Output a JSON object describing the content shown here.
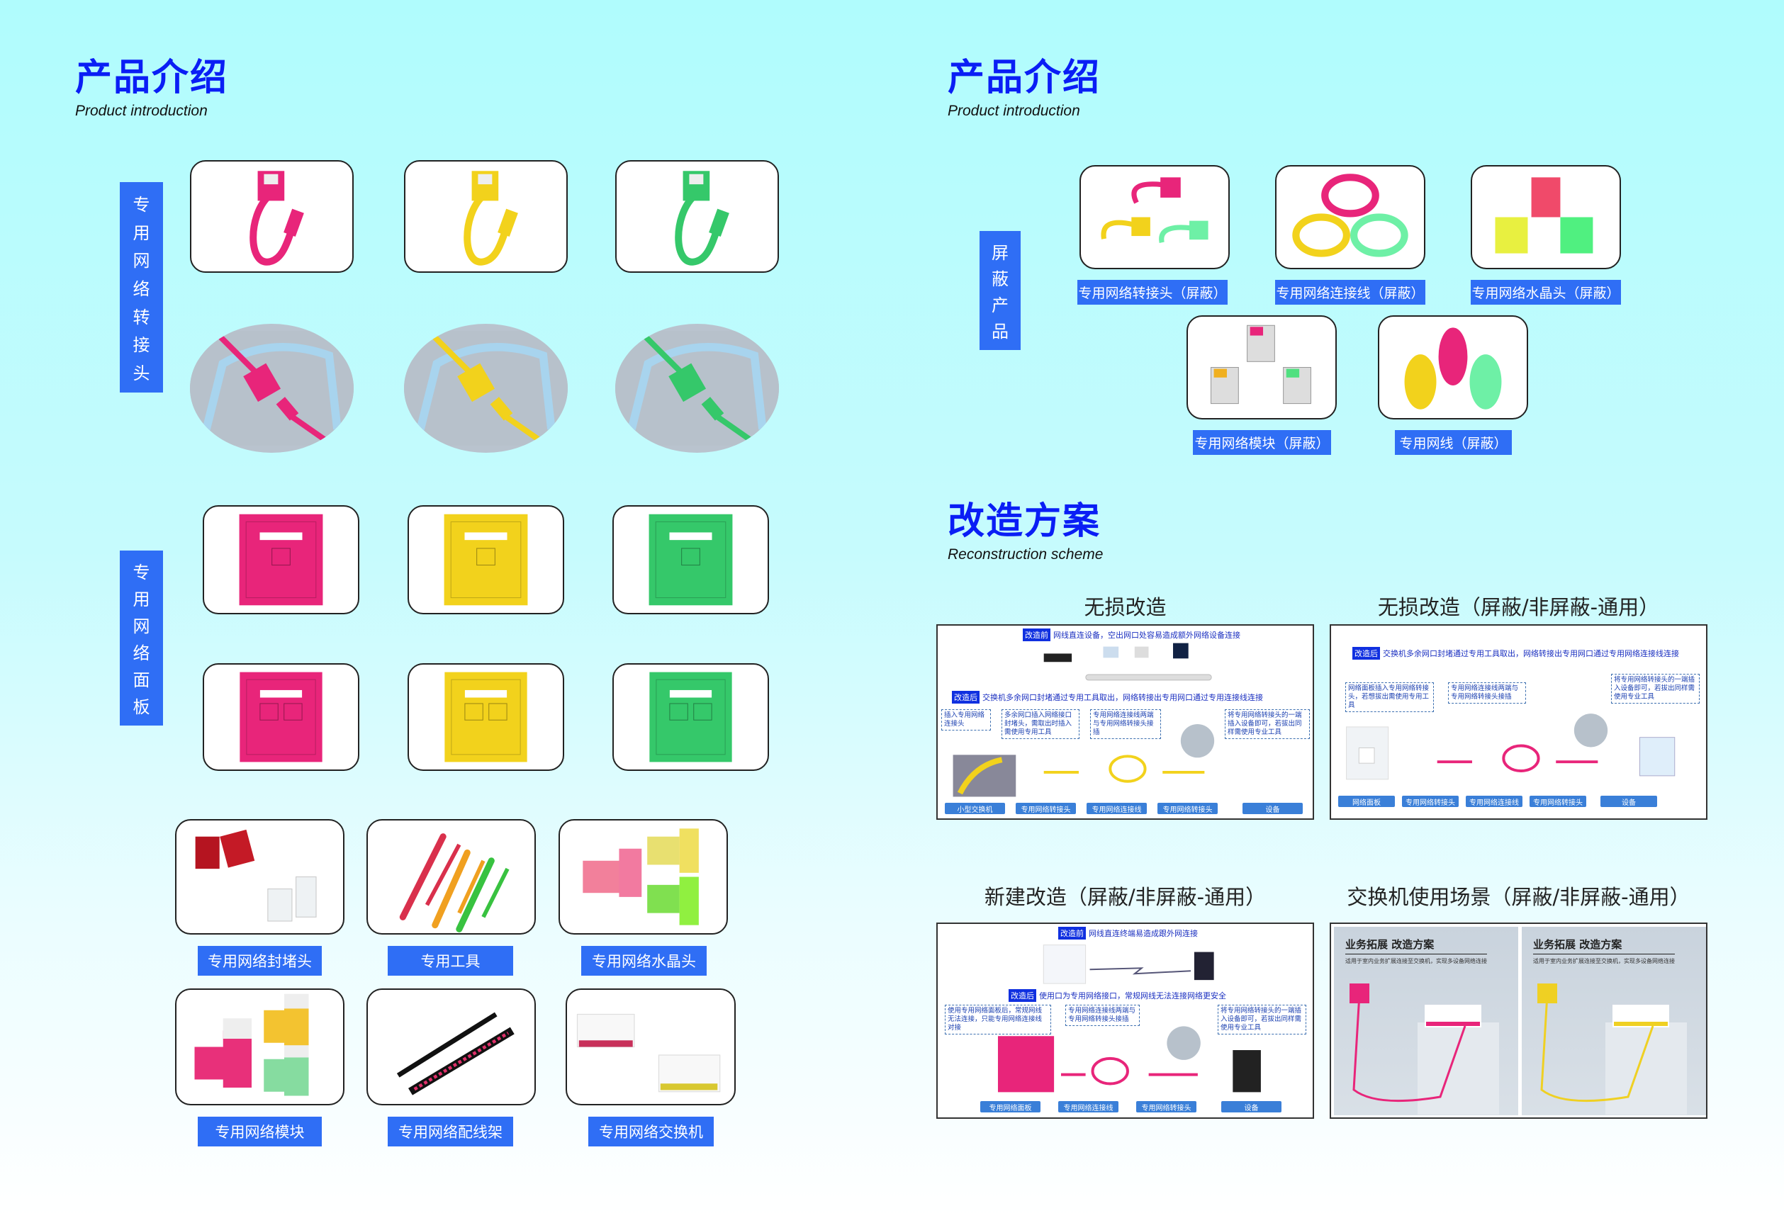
{
  "left": {
    "title": "产品介绍",
    "subtitle": "Product introduction",
    "section_adapter": [
      "专",
      "用",
      "网",
      "络",
      "转",
      "接",
      "头"
    ],
    "section_panel": [
      "专",
      "用",
      "网",
      "络",
      "面",
      "板"
    ],
    "products": [
      {
        "label": "专用网络封堵头",
        "art": "seal"
      },
      {
        "label": "专用工具",
        "art": "tools"
      },
      {
        "label": "专用网络水晶头",
        "art": "crystal"
      },
      {
        "label": "专用网络模块",
        "art": "module"
      },
      {
        "label": "专用网络配线架",
        "art": "patch"
      },
      {
        "label": "专用网络交换机",
        "art": "switch"
      }
    ],
    "colors": [
      "#e8257a",
      "#f2d21c",
      "#35c86a"
    ]
  },
  "right": {
    "title": "产品介绍",
    "subtitle": "Product introduction",
    "section_shielded": [
      "屏",
      "蔽",
      "产",
      "品"
    ],
    "shielded": [
      {
        "label": "专用网络转接头（屏蔽）",
        "art": "sh-adapter"
      },
      {
        "label": "专用网络连接线（屏蔽）",
        "art": "sh-coil"
      },
      {
        "label": "专用网络水晶头（屏蔽）",
        "art": "sh-crystal"
      },
      {
        "label": "专用网络模块（屏蔽）",
        "art": "sh-module"
      },
      {
        "label": "专用网线（屏蔽）",
        "art": "sh-flat"
      }
    ],
    "scheme_title": "改造方案",
    "scheme_subtitle": "Reconstruction scheme",
    "schemes": [
      {
        "heading": "无损改造",
        "before_tag": "改造前",
        "before_text": "网线直连设备，空出网口处容易造成额外网络设备连接",
        "after_tag": "改造后",
        "after_text": "交换机多余网口封堵通过专用工具取出，网络转接出专用网口通过专用连接线连接",
        "callouts": [
          "插入专用网络连接头",
          "多余网口插入网络接口封堵头，需取出时插入需使用专用工具",
          "专用网络连接线两端与专用网络转接头接插",
          "将专用网络转接头的一端插入设备即可，若拔出同样需使用专业工具"
        ],
        "labels": [
          "小型交换机",
          "专用网络转接头",
          "专用网络连接线",
          "专用网络转接头",
          "设备"
        ]
      },
      {
        "heading": "无损改造（屏蔽/非屏蔽-通用）",
        "after_tag": "改造后",
        "after_text": "交换机多余网口封堵通过专用工具取出，网络转接出专用网口通过专用网络连接线连接",
        "callouts": [
          "网络面板插入专用网络转接头，若想拔出需使用专用工具",
          "专用网络连接线两端与专用网络转接头接插",
          "将专用网络转接头的一端插入设备即可，若拔出同样需使用专业工具"
        ],
        "labels": [
          "网络面板",
          "专用网络转接头",
          "专用网络连接线",
          "专用网络转接头",
          "设备"
        ]
      },
      {
        "heading": "新建改造（屏蔽/非屏蔽-通用）",
        "before_tag": "改造前",
        "before_text": "网线直连终端易造成跟外网连接",
        "after_tag": "改造后",
        "after_text": "使用口为专用网络接口，常规网线无法连接网络更安全",
        "callouts": [
          "使用专用网络面板后，常规网线无法连接，只能专用网络连接线对接",
          "专用网络连接线两端与专用网络转接头接插",
          "将专用网络转接头的一端插入设备即可，若拔出同样需使用专业工具"
        ],
        "labels": [
          "专用网络面板",
          "专用网络连接线",
          "专用网络转接头",
          "设备"
        ]
      },
      {
        "heading": "交换机使用场景（屏蔽/非屏蔽-通用）",
        "scenes": [
          {
            "title": "业务拓展 改造方案",
            "desc": "适用于室内业务扩展连接至交换机，实现多设备网络连接",
            "color": "#e8257a"
          },
          {
            "title": "业务拓展 改造方案",
            "desc": "适用于室内业务扩展连接至交换机，实现多设备网络连接",
            "color": "#efd023"
          }
        ]
      }
    ]
  }
}
